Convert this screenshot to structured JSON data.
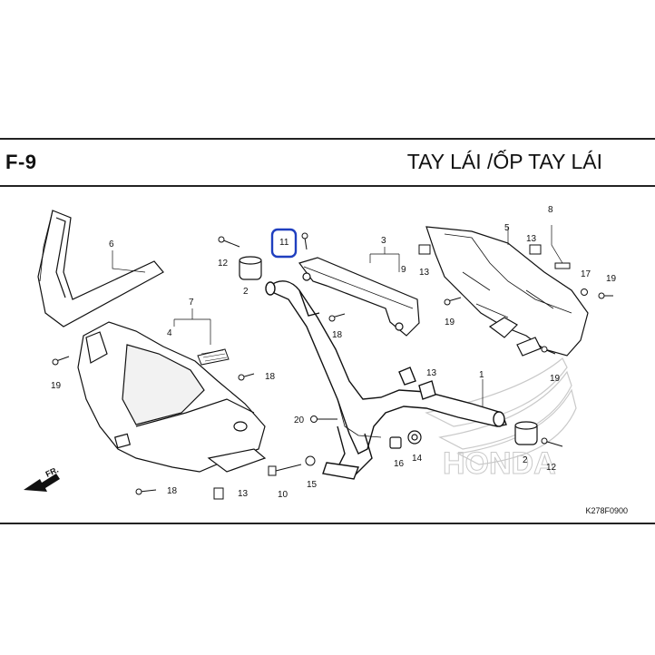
{
  "header": {
    "page_code": "F-9",
    "title": "TAY LÁI /ỐP TAY LÁI"
  },
  "diagram": {
    "reference_code": "K278F0900",
    "direction_label": "FR.",
    "watermark_text": "HONDA",
    "highlight_color": "#1f3fbf",
    "highlighted_part": "11",
    "callouts": [
      "1",
      "2",
      "2",
      "3",
      "4",
      "5",
      "6",
      "7",
      "8",
      "9",
      "10",
      "11",
      "12",
      "12",
      "13",
      "13",
      "13",
      "13",
      "14",
      "15",
      "16",
      "17",
      "18",
      "18",
      "18",
      "19",
      "19",
      "19",
      "19",
      "20"
    ]
  }
}
